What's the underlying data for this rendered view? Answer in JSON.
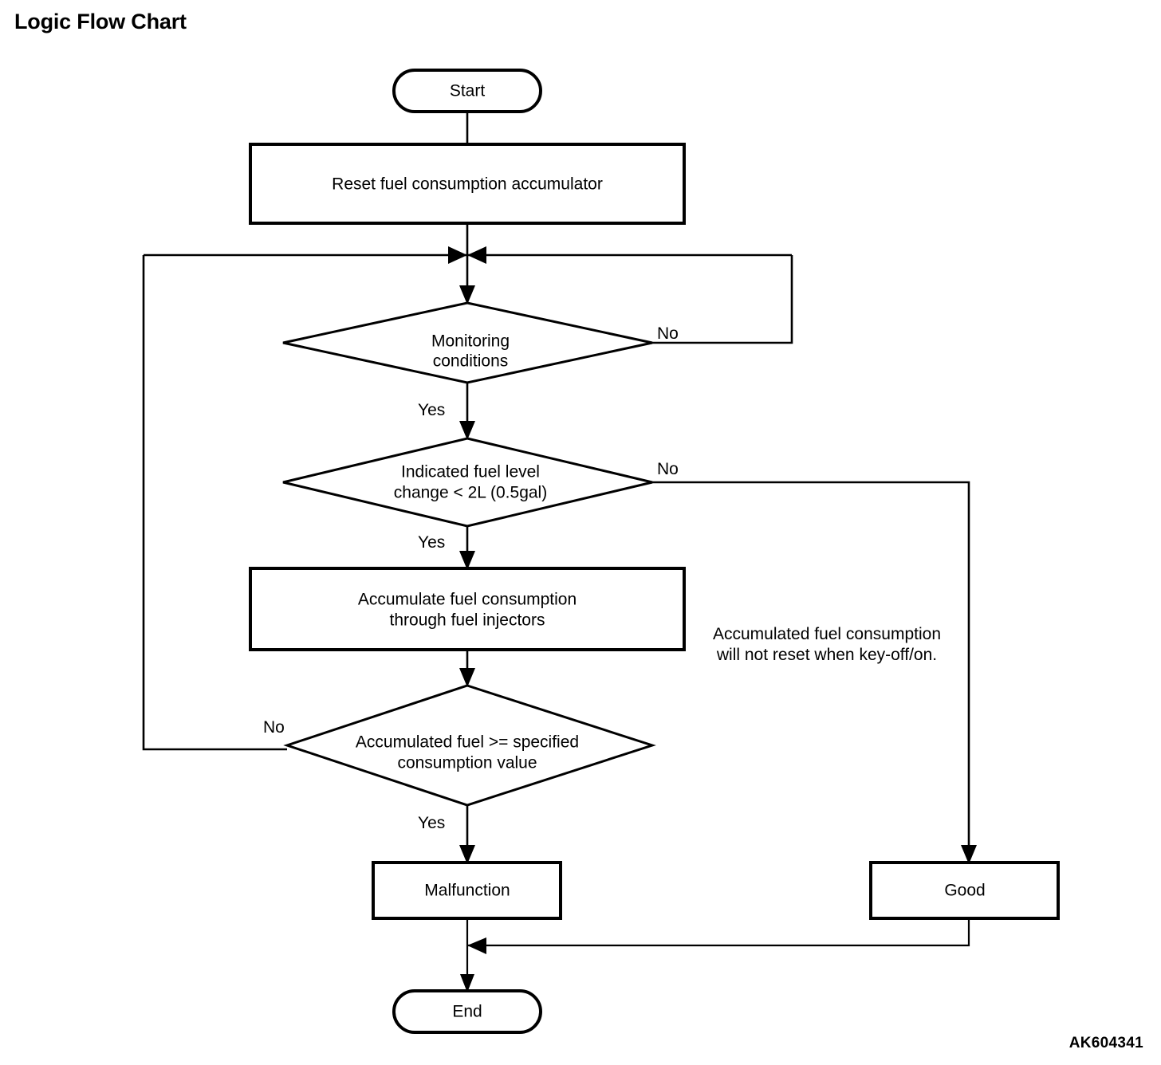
{
  "page": {
    "title": "Logic Flow Chart",
    "figure_code": "AK604341"
  },
  "chart_data": {
    "type": "diagram",
    "diagram_kind": "flowchart",
    "title": "Logic Flow Chart",
    "orientation": "top-to-bottom",
    "nodes": [
      {
        "id": "start",
        "shape": "terminal",
        "label": "Start"
      },
      {
        "id": "reset",
        "shape": "process",
        "label": "Reset fuel consumption accumulator"
      },
      {
        "id": "monitoring",
        "shape": "decision",
        "label_line1": "Monitoring",
        "label_line2": "conditions"
      },
      {
        "id": "fuel_level",
        "shape": "decision",
        "label_line1": "Indicated fuel level",
        "label_line2": "change < 2L (0.5gal)"
      },
      {
        "id": "accumulate",
        "shape": "process",
        "label_line1": "Accumulate fuel consumption",
        "label_line2": "through fuel injectors"
      },
      {
        "id": "threshold",
        "shape": "decision",
        "label_line1": "Accumulated fuel >= specified",
        "label_line2": "consumption value"
      },
      {
        "id": "malfunction",
        "shape": "process",
        "label": "Malfunction"
      },
      {
        "id": "good",
        "shape": "process",
        "label": "Good"
      },
      {
        "id": "end",
        "shape": "terminal",
        "label": "End"
      }
    ],
    "edge_labels": {
      "monitoring_no": "No",
      "monitoring_yes": "Yes",
      "fuel_level_no": "No",
      "fuel_level_yes": "Yes",
      "threshold_no": "No",
      "threshold_yes": "Yes"
    },
    "annotations": [
      {
        "id": "key-off-note",
        "line1": "Accumulated fuel consumption",
        "line2": "will not reset when key-off/on."
      }
    ],
    "edges": [
      {
        "from": "start",
        "to": "reset",
        "label": ""
      },
      {
        "from": "reset",
        "to": "monitoring",
        "label": ""
      },
      {
        "from": "monitoring",
        "to": "fuel_level",
        "label": "Yes"
      },
      {
        "from": "monitoring",
        "to": "monitoring",
        "label": "No",
        "route": "loop-right-to-merge"
      },
      {
        "from": "fuel_level",
        "to": "accumulate",
        "label": "Yes"
      },
      {
        "from": "fuel_level",
        "to": "good",
        "label": "No",
        "route": "right-then-down"
      },
      {
        "from": "accumulate",
        "to": "threshold",
        "label": ""
      },
      {
        "from": "threshold",
        "to": "monitoring",
        "label": "No",
        "route": "left-then-up-to-merge"
      },
      {
        "from": "threshold",
        "to": "malfunction",
        "label": "Yes"
      },
      {
        "from": "malfunction",
        "to": "end",
        "label": ""
      },
      {
        "from": "good",
        "to": "end",
        "label": "",
        "route": "down-then-left"
      }
    ],
    "colors": {
      "stroke": "#000000",
      "fill": "#ffffff",
      "text": "#000000"
    }
  }
}
